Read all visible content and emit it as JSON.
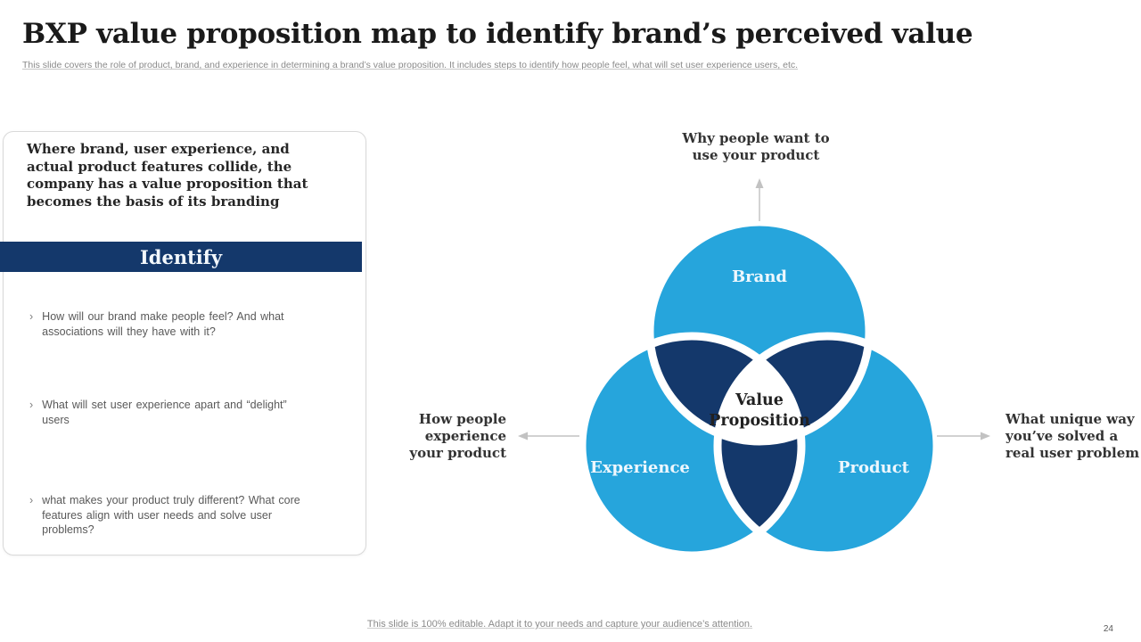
{
  "colors": {
    "accent_blue": "#26A5DC",
    "accent_navy": "#14386B",
    "arrow_gray": "#C2C2C2",
    "text_gray": "#595959"
  },
  "header": {
    "title": "BXP value proposition map to identify brand’s perceived value",
    "subtitle": "This slide covers the role of product, brand, and experience in determining a brand’s value proposition. It includes steps to identify how people feel, what will set user experience users, etc."
  },
  "panel": {
    "intro": "Where brand, user experience, and actual product features collide, the company has a value proposition that becomes the basis of its branding",
    "heading": "Identify",
    "bullets": [
      {
        "marker": "›",
        "text": "How will our brand make people feel? And what associations will they have with it?"
      },
      {
        "marker": "›",
        "text": "What will set user experience apart and “delight” users"
      },
      {
        "marker": "›",
        "text": "what makes your product truly different? What core features align with user needs and solve user problems?"
      }
    ]
  },
  "venn": {
    "type": "venn-diagram",
    "circles": [
      {
        "id": "brand",
        "label": "Brand"
      },
      {
        "id": "experience",
        "label": "Experience"
      },
      {
        "id": "product",
        "label": "Product"
      }
    ],
    "center": {
      "line1": "Value",
      "line2": "Proposition"
    },
    "annotations": {
      "top": {
        "lines": [
          "Why people want to",
          "use your product"
        ]
      },
      "left": {
        "lines": [
          "How people",
          "experience",
          "your product"
        ]
      },
      "right": {
        "lines": [
          "What unique way",
          "you’ve solved a",
          "real user problem"
        ]
      }
    }
  },
  "footer": {
    "note": "This slide is 100% editable. Adapt it to your needs and capture your audience’s attention.",
    "page_number": "24"
  }
}
